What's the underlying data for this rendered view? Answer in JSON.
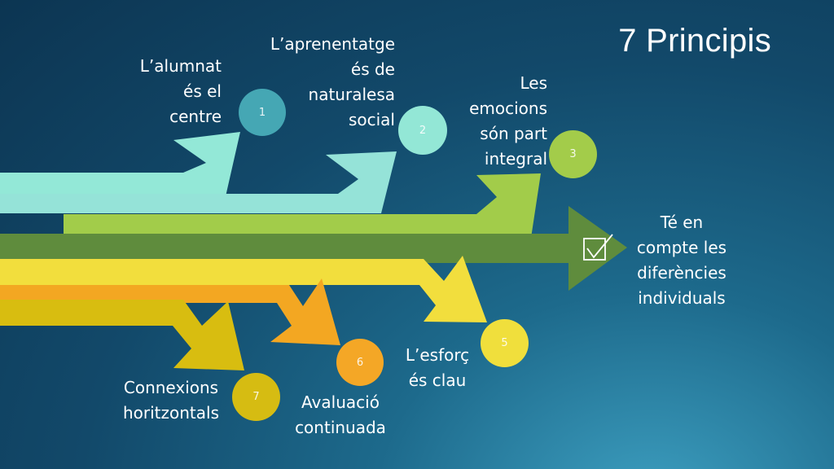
{
  "title": "7 Principis",
  "colors": {
    "arrow_1": "#93e8d7",
    "arrow_2": "#95e3d8",
    "arrow_3": "#a2cc4a",
    "arrow_main": "#5f8c3d",
    "arrow_5": "#f2de3d",
    "arrow_6": "#f3a722",
    "arrow_7": "#d8bd10",
    "circle_1": "#45a7b4",
    "circle_2": "#93e7d6",
    "circle_3": "#a3cc4a",
    "circle_5": "#f0df3c",
    "circle_6": "#f4a726",
    "circle_7": "#d6bc12"
  },
  "principles": [
    {
      "number": "1",
      "label": "L’alumnat\nés el\ncentre"
    },
    {
      "number": "2",
      "label": "L’aprenentatge\nés de\nnaturalesa\nsocial"
    },
    {
      "number": "3",
      "label": "Les\nemocions\nsón part\nintegral"
    },
    {
      "label": "Té en\ncompte les\ndiferències\nindividuals",
      "icon": "checkbox-check-icon"
    },
    {
      "number": "5",
      "label": "L’esforç\nés clau"
    },
    {
      "number": "6",
      "label": "Avaluació\ncontinuada"
    },
    {
      "number": "7",
      "label": "Connexions\nhoritzontals"
    }
  ]
}
